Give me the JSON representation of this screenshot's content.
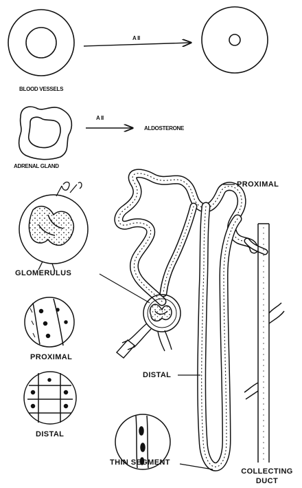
{
  "top": {
    "arrow1_label": "A II",
    "left_label": "BLOOD VESSELS",
    "arrow2_label": "A II",
    "adrenal_label": "ADRENAL GLAND",
    "result_label": "ALDOSTERONE"
  },
  "nephron": {
    "proximal_label": "PROXIMAL",
    "glomerulus_label": "GLOMERULUS",
    "distal_label": "DISTAL",
    "thin_segment_label": "THIN SEGMENT",
    "collecting_duct_label_1": "COLLECTING",
    "collecting_duct_label_2": "DUCT"
  },
  "insets": {
    "proximal_label": "PROXIMAL",
    "distal_label": "DISTAL"
  }
}
